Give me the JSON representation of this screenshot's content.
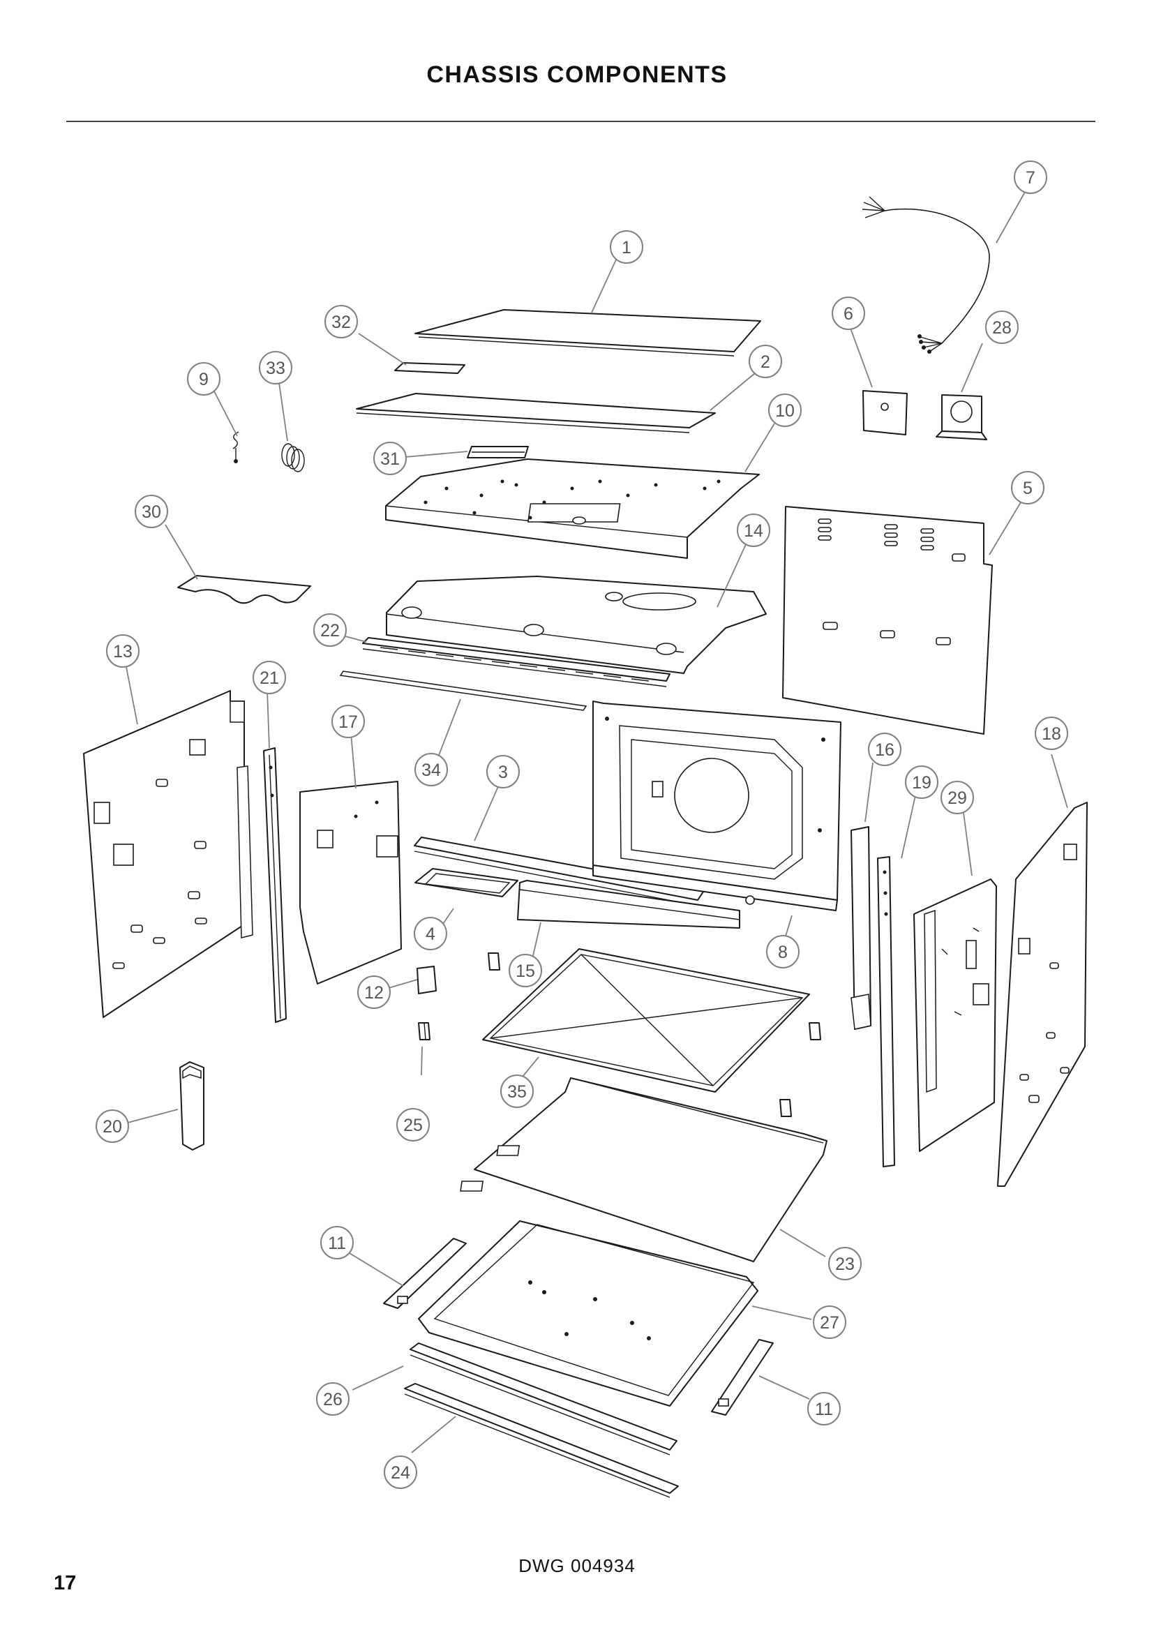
{
  "page": {
    "title": "CHASSIS COMPONENTS",
    "drawing_number": "DWG 004934",
    "page_number": "17"
  },
  "callouts": [
    {
      "id": "c1",
      "label": "1"
    },
    {
      "id": "c2",
      "label": "2"
    },
    {
      "id": "c3",
      "label": "3"
    },
    {
      "id": "c4",
      "label": "4"
    },
    {
      "id": "c5",
      "label": "5"
    },
    {
      "id": "c6",
      "label": "6"
    },
    {
      "id": "c7",
      "label": "7"
    },
    {
      "id": "c8",
      "label": "8"
    },
    {
      "id": "c9",
      "label": "9"
    },
    {
      "id": "c10",
      "label": "10"
    },
    {
      "id": "c11a",
      "label": "11"
    },
    {
      "id": "c11b",
      "label": "11"
    },
    {
      "id": "c12",
      "label": "12"
    },
    {
      "id": "c13",
      "label": "13"
    },
    {
      "id": "c14",
      "label": "14"
    },
    {
      "id": "c15",
      "label": "15"
    },
    {
      "id": "c16",
      "label": "16"
    },
    {
      "id": "c17",
      "label": "17"
    },
    {
      "id": "c18",
      "label": "18"
    },
    {
      "id": "c19",
      "label": "19"
    },
    {
      "id": "c20",
      "label": "20"
    },
    {
      "id": "c21",
      "label": "21"
    },
    {
      "id": "c22",
      "label": "22"
    },
    {
      "id": "c23",
      "label": "23"
    },
    {
      "id": "c24",
      "label": "24"
    },
    {
      "id": "c25",
      "label": "25"
    },
    {
      "id": "c26",
      "label": "26"
    },
    {
      "id": "c27",
      "label": "27"
    },
    {
      "id": "c28",
      "label": "28"
    },
    {
      "id": "c29",
      "label": "29"
    },
    {
      "id": "c30",
      "label": "30"
    },
    {
      "id": "c31",
      "label": "31"
    },
    {
      "id": "c32",
      "label": "32"
    },
    {
      "id": "c33",
      "label": "33"
    },
    {
      "id": "c34",
      "label": "34"
    },
    {
      "id": "c35",
      "label": "35"
    }
  ]
}
